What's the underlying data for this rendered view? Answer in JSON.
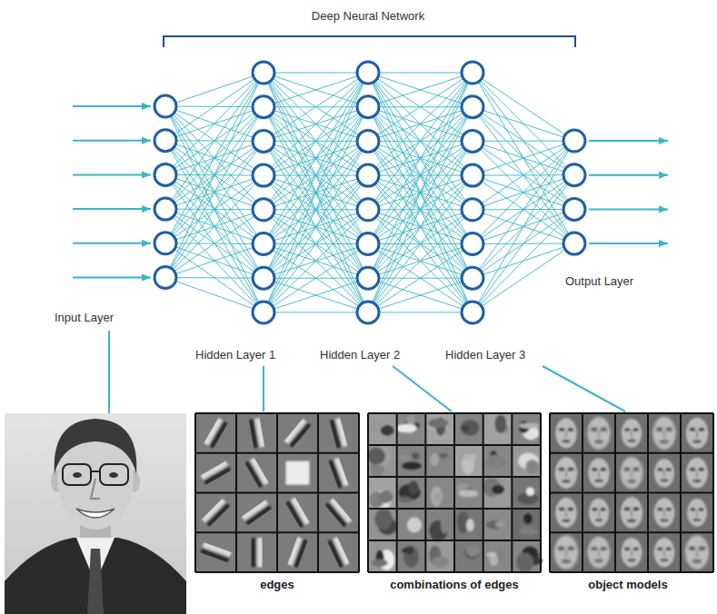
{
  "diagram": {
    "title": "Deep Neural Network",
    "nodes": [
      {
        "text": [
          "edges"
        ]
      },
      {
        "text": [
          "combinations of edges"
        ]
      },
      {
        "text": [
          "object models"
        ]
      }
    ],
    "labels": [
      "Input Layer",
      "Output Layer",
      "Hidden Layer 1",
      "Hidden Layer 2",
      "Hidden Layer 3"
    ]
  }
}
